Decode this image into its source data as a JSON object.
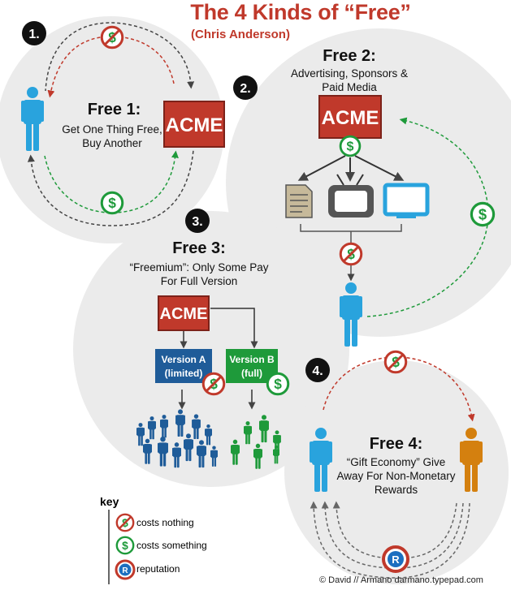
{
  "title": "The 4 Kinds of “Free”",
  "subtitle": "(Chris Anderson)",
  "icons": {
    "free": "crossed-dollar-icon",
    "paid": "dollar-icon",
    "reputation": "reputation-icon"
  },
  "colors": {
    "accent": "#c0392b",
    "person_blue": "#29a3dd",
    "person_orange": "#d4800f",
    "free_red": "#c0392b",
    "paid_green": "#1e9a3a",
    "reputation_blue": "#1c6fc0",
    "version_blue": "#1f5c99",
    "version_green": "#1e9a3a"
  },
  "badges": {
    "one": "1.",
    "two": "2.",
    "three": "3.",
    "four": "4."
  },
  "free1": {
    "heading": "Free 1:",
    "line1": "Get One Thing Free,",
    "line2": "Buy Another",
    "company": "ACME"
  },
  "free2": {
    "heading": "Free 2:",
    "line1": "Advertising, Sponsors &",
    "line2": "Paid Media",
    "company": "ACME"
  },
  "free3": {
    "heading": "Free 3:",
    "line1": "“Freemium”: Only Some Pay",
    "line2": "For Full Version",
    "company": "ACME",
    "version_a": [
      "Version A",
      "(limited)"
    ],
    "version_b": [
      "Version B",
      "(full)"
    ]
  },
  "free4": {
    "heading": "Free 4:",
    "line1": "“Gift Economy” Give",
    "line2": "Away For Non-Monetary",
    "line3": "Rewards"
  },
  "key": {
    "title": "key",
    "costs_nothing": "costs nothing",
    "costs_something": "costs something",
    "reputation": "reputation"
  },
  "reputation_letter": "R",
  "credit": "© David // Armano  darmano.typepad.com"
}
